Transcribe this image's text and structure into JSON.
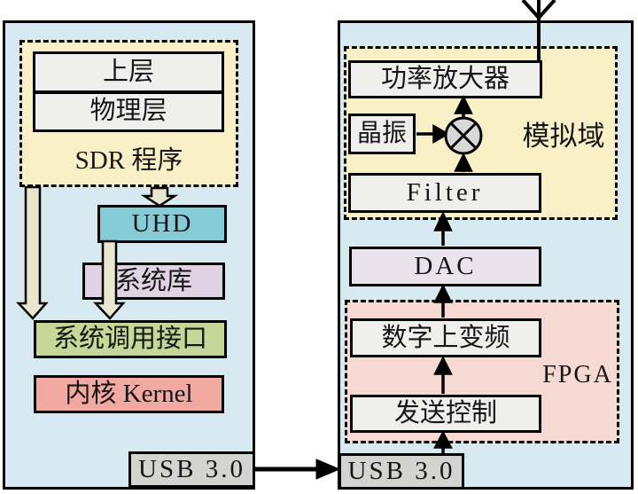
{
  "diagram": {
    "title_hint": "SDR transmit chain block diagram",
    "left_block": {
      "sdr_app_label": "SDR 程序",
      "upper_layer": "上层",
      "physical_layer": "物理层",
      "uhd": "UHD",
      "system_lib": "系统库",
      "syscall_interface": "系统调用接口",
      "kernel": "内核 Kernel",
      "usb": "USB 3.0"
    },
    "right_block": {
      "analog_domain_label": "模拟域",
      "power_amplifier": "功率放大器",
      "crystal_oscillator": "晶振",
      "filter": "Filter",
      "dac": "DAC",
      "fpga_label": "FPGA",
      "digital_upconverter": "数字上变频",
      "transmit_control": "发送控制",
      "usb": "USB 3.0"
    },
    "icons": {
      "mixer": "mixer-multiply-icon",
      "antenna": "antenna-icon"
    },
    "colors": {
      "block_bg": "#d7eaf1",
      "cream_bg": "#faf0c8",
      "fpga_bg": "#f6d9d3",
      "uhd_bg": "#85ccd8",
      "syslib_bg": "#e0d4e4",
      "syscall_bg": "#c6d897",
      "kernel_bg": "#f2a9a1",
      "usb_bg": "#d3d3d1",
      "dac_bg": "#eae3ee",
      "plain_box_bg": "#efefed",
      "hollow_arrow_fill": "#e8e6cc",
      "line_color": "#000000"
    }
  }
}
